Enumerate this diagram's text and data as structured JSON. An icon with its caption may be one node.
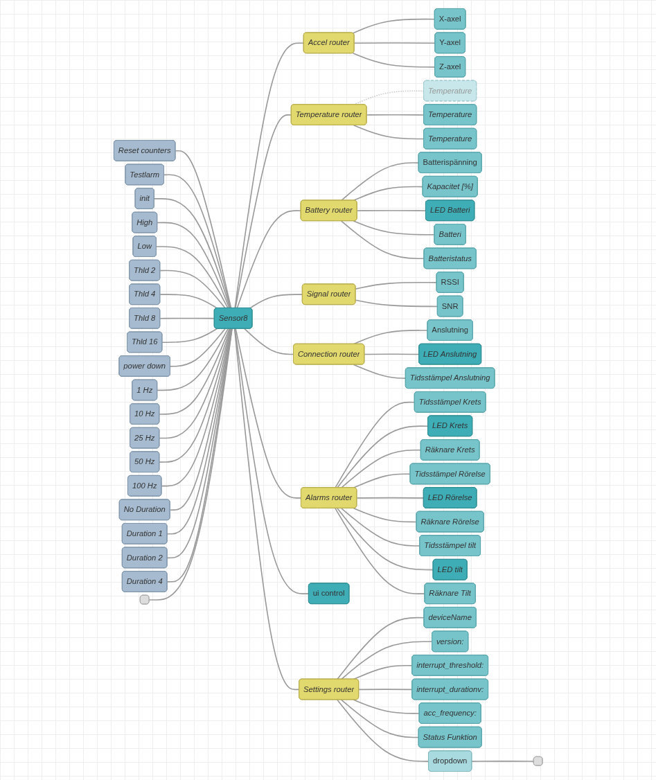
{
  "diagram": {
    "nodes": [
      {
        "text": [
          "Reset counters"
        ]
      },
      {
        "text": [
          "Testlarm"
        ]
      },
      {
        "text": [
          "init"
        ]
      },
      {
        "text": [
          "High"
        ]
      },
      {
        "text": [
          "Low"
        ]
      },
      {
        "text": [
          "Thld 2"
        ]
      },
      {
        "text": [
          "Thld 4"
        ]
      },
      {
        "text": [
          "Thld 8"
        ]
      },
      {
        "text": [
          "Thld 16"
        ]
      },
      {
        "text": [
          "power down"
        ]
      },
      {
        "text": [
          "1 Hz"
        ]
      },
      {
        "text": [
          "10 Hz"
        ]
      },
      {
        "text": [
          "25 Hz"
        ]
      },
      {
        "text": [
          "50 Hz"
        ]
      },
      {
        "text": [
          "100 Hz"
        ]
      },
      {
        "text": [
          "No Duration"
        ]
      },
      {
        "text": [
          "Duration 1"
        ]
      },
      {
        "text": [
          "Duration 2"
        ]
      },
      {
        "text": [
          "Duration 4"
        ]
      },
      {
        "text": [],
        "shape": "box"
      },
      {
        "text": [
          "Sensor8"
        ]
      },
      {
        "text": [
          "Accel router"
        ]
      },
      {
        "text": [
          "X-axel"
        ]
      },
      {
        "text": [
          "Y-axel"
        ]
      },
      {
        "text": [
          "Z-axel"
        ]
      },
      {
        "text": [
          "Temperature router"
        ]
      },
      {
        "text": [
          "Temperature"
        ]
      },
      {
        "text": [
          "Temperature"
        ]
      },
      {
        "text": [
          "Temperature"
        ]
      },
      {
        "text": [
          "Battery router"
        ]
      },
      {
        "text": [
          "Batterispänning"
        ]
      },
      {
        "text": [
          "Kapacitet [%]"
        ]
      },
      {
        "text": [
          "LED Batteri"
        ]
      },
      {
        "text": [
          "Batteri"
        ]
      },
      {
        "text": [
          "Batteristatus"
        ]
      },
      {
        "text": [
          "Signal router"
        ]
      },
      {
        "text": [
          "RSSI"
        ]
      },
      {
        "text": [
          "SNR"
        ]
      },
      {
        "text": [
          "Connection router"
        ]
      },
      {
        "text": [
          "Anslutning"
        ]
      },
      {
        "text": [
          "LED Anslutning"
        ]
      },
      {
        "text": [
          "Tidsstämpel Anslutning"
        ]
      },
      {
        "text": [
          "Alarms router"
        ]
      },
      {
        "text": [
          "Tidsstämpel Krets"
        ]
      },
      {
        "text": [
          "LED Krets"
        ]
      },
      {
        "text": [
          "Räknare Krets"
        ]
      },
      {
        "text": [
          "Tidsstämpel Rörelse"
        ]
      },
      {
        "text": [
          "LED Rörelse"
        ]
      },
      {
        "text": [
          "Räknare Rörelse"
        ]
      },
      {
        "text": [
          "Tidsstämpel tilt"
        ]
      },
      {
        "text": [
          "LED tilt"
        ]
      },
      {
        "text": [
          "Räknare Tilt"
        ]
      },
      {
        "text": [
          "ui control"
        ]
      },
      {
        "text": [
          "Settings router"
        ]
      },
      {
        "text": [
          "deviceName"
        ]
      },
      {
        "text": [
          "version:"
        ]
      },
      {
        "text": [
          "interrupt_threshold:"
        ]
      },
      {
        "text": [
          "interrupt_durationv:"
        ]
      },
      {
        "text": [
          "acc_frequency:"
        ]
      },
      {
        "text": [
          "Status Funktion"
        ]
      },
      {
        "text": [
          "dropdown"
        ]
      },
      {
        "text": [],
        "shape": "box"
      }
    ],
    "edges": [
      {
        "from": 0,
        "to": 20,
        "arrow": "none"
      },
      {
        "from": 1,
        "to": 20,
        "arrow": "none"
      },
      {
        "from": 2,
        "to": 20,
        "arrow": "none"
      },
      {
        "from": 3,
        "to": 20,
        "arrow": "none"
      },
      {
        "from": 4,
        "to": 20,
        "arrow": "none"
      },
      {
        "from": 5,
        "to": 20,
        "arrow": "none"
      },
      {
        "from": 6,
        "to": 20,
        "arrow": "none"
      },
      {
        "from": 7,
        "to": 20,
        "arrow": "none"
      },
      {
        "from": 8,
        "to": 20,
        "arrow": "none"
      },
      {
        "from": 9,
        "to": 20,
        "arrow": "none"
      },
      {
        "from": 10,
        "to": 20,
        "arrow": "none"
      },
      {
        "from": 11,
        "to": 20,
        "arrow": "none"
      },
      {
        "from": 12,
        "to": 20,
        "arrow": "none"
      },
      {
        "from": 13,
        "to": 20,
        "arrow": "none"
      },
      {
        "from": 14,
        "to": 20,
        "arrow": "none"
      },
      {
        "from": 15,
        "to": 20,
        "arrow": "none"
      },
      {
        "from": 16,
        "to": 20,
        "arrow": "none"
      },
      {
        "from": 17,
        "to": 20,
        "arrow": "none"
      },
      {
        "from": 18,
        "to": 20,
        "arrow": "none"
      },
      {
        "from": 19,
        "to": 20,
        "arrow": "none"
      },
      {
        "from": 20,
        "to": 21,
        "arrow": "none"
      },
      {
        "from": 20,
        "to": 25,
        "arrow": "none"
      },
      {
        "from": 20,
        "to": 29,
        "arrow": "none"
      },
      {
        "from": 20,
        "to": 35,
        "arrow": "none"
      },
      {
        "from": 20,
        "to": 38,
        "arrow": "none"
      },
      {
        "from": 20,
        "to": 42,
        "arrow": "none"
      },
      {
        "from": 20,
        "to": 52,
        "arrow": "none"
      },
      {
        "from": 20,
        "to": 53,
        "arrow": "none"
      },
      {
        "from": 21,
        "to": 22,
        "arrow": "none"
      },
      {
        "from": 21,
        "to": 23,
        "arrow": "none"
      },
      {
        "from": 21,
        "to": 24,
        "arrow": "none"
      },
      {
        "from": 25,
        "to": 26,
        "arrow": "none",
        "style": "dashed",
        "color": "#cccccc"
      },
      {
        "from": 25,
        "to": 27,
        "arrow": "none"
      },
      {
        "from": 25,
        "to": 28,
        "arrow": "none"
      },
      {
        "from": 29,
        "to": 30,
        "arrow": "none"
      },
      {
        "from": 29,
        "to": 31,
        "arrow": "none"
      },
      {
        "from": 29,
        "to": 32,
        "arrow": "none"
      },
      {
        "from": 29,
        "to": 33,
        "arrow": "none"
      },
      {
        "from": 29,
        "to": 34,
        "arrow": "none"
      },
      {
        "from": 35,
        "to": 36,
        "arrow": "none"
      },
      {
        "from": 35,
        "to": 37,
        "arrow": "none"
      },
      {
        "from": 38,
        "to": 39,
        "arrow": "none"
      },
      {
        "from": 38,
        "to": 40,
        "arrow": "none"
      },
      {
        "from": 38,
        "to": 41,
        "arrow": "none"
      },
      {
        "from": 42,
        "to": 43,
        "arrow": "none"
      },
      {
        "from": 42,
        "to": 44,
        "arrow": "none"
      },
      {
        "from": 42,
        "to": 45,
        "arrow": "none"
      },
      {
        "from": 42,
        "to": 46,
        "arrow": "none"
      },
      {
        "from": 42,
        "to": 47,
        "arrow": "none"
      },
      {
        "from": 42,
        "to": 48,
        "arrow": "none"
      },
      {
        "from": 42,
        "to": 49,
        "arrow": "none"
      },
      {
        "from": 42,
        "to": 50,
        "arrow": "none"
      },
      {
        "from": 42,
        "to": 51,
        "arrow": "none"
      },
      {
        "from": 53,
        "to": 54,
        "arrow": "none"
      },
      {
        "from": 53,
        "to": 55,
        "arrow": "none"
      },
      {
        "from": 53,
        "to": 56,
        "arrow": "none"
      },
      {
        "from": 53,
        "to": 57,
        "arrow": "none"
      },
      {
        "from": 53,
        "to": 58,
        "arrow": "none"
      },
      {
        "from": 53,
        "to": 59,
        "arrow": "none"
      },
      {
        "from": 53,
        "to": 60,
        "arrow": "none"
      },
      {
        "from": 60,
        "to": 61,
        "arrow": "none"
      }
    ]
  }
}
